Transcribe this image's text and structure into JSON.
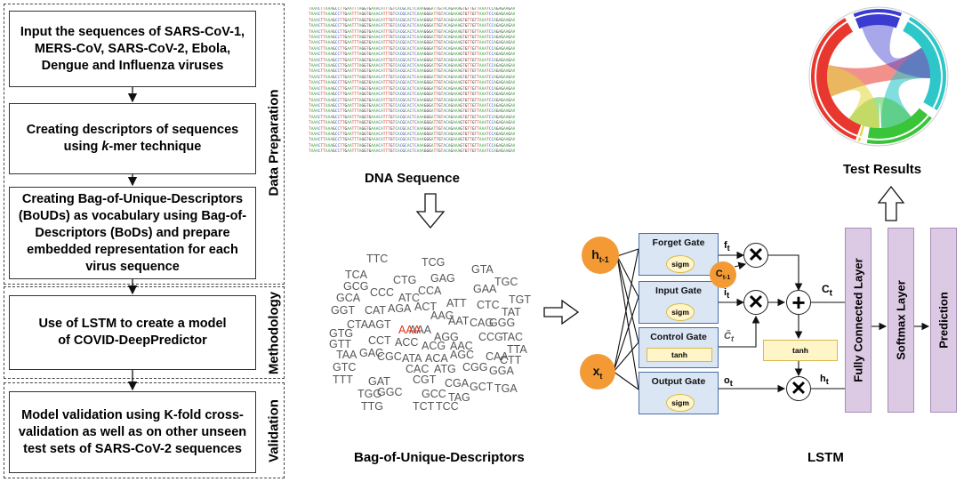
{
  "pipeline": {
    "steps": [
      "Input the sequences of SARS-CoV-1, MERS-CoV, SARS-CoV-2, Ebola, Dengue and Influenza viruses",
      "Creating descriptors of sequences using k-mer technique",
      "Creating Bag-of-Unique-Descriptors (BoUDs) as vocabulary using Bag-of-Descriptors (BoDs) and prepare embedded representation for each virus sequence",
      "Use of LSTM to create a model of COVID-DeepPredictor",
      "Model validation using K-fold cross-validation as well as on other unseen test sets of SARS-CoV-2 sequences"
    ],
    "step2_parts": [
      "Creating descriptors of sequences",
      "using ",
      "k",
      "-mer technique"
    ],
    "phases": [
      "Data Preparation",
      "Methodology",
      "Validation"
    ]
  },
  "dna": {
    "caption": "DNA Sequence",
    "row": "TAAACTTAAAGCCTTGAATTTAGGTGAAACATTTGTCACGCACTCAAAGGGATTGTACAGAAAGTGTTGTTAAATCCAGAGAAGAAACTGGCCTACTCATGCCTCTAAAAGCC",
    "row_count": 26,
    "colors": {
      "A": "#3aa03a",
      "C": "#3050d0",
      "G": "#202020",
      "T": "#d23a2a"
    }
  },
  "bag": {
    "caption": "Bag-of-Unique-Descriptors",
    "words": [
      "TTC",
      "TCG",
      "GTA",
      "TCA",
      "CTG",
      "GAG",
      "TGC",
      "GCG",
      "GAA",
      "GCA",
      "CCC",
      "CCA",
      "TGT",
      "ATC",
      "ATT",
      "CTC",
      "GGT",
      "CAT",
      "AGA",
      "ACT",
      "TAT",
      "AAG",
      "AGT",
      "CTA",
      "AAT",
      "CAG",
      "GGG",
      "GTG",
      "AAA",
      "ACC",
      "AGG",
      "CCG",
      "TAC",
      "GTT",
      "CCT",
      "ACG",
      "AAC",
      "AGC",
      "TTA",
      "TAA",
      "GAC",
      "CGC",
      "ATA",
      "ACA",
      "CAA",
      "CTT",
      "GTC",
      "CAC",
      "ATG",
      "CGG",
      "GGA",
      "TTT",
      "GAT",
      "CGT",
      "CGA",
      "GCT",
      "TGA",
      "TGG",
      "GGC",
      "GCC",
      "TAG",
      "TTG",
      "TCT",
      "TCC"
    ],
    "highlight": "AAA"
  },
  "lstm": {
    "caption": "LSTM",
    "gates": [
      "Forget Gate",
      "Input Gate",
      "Control Gate",
      "Output Gate"
    ],
    "gate_funcs": [
      "sigm",
      "sigm",
      "tanh",
      "sigm"
    ],
    "tanh": "tanh",
    "inputs": {
      "h": "h",
      "h_sub": "t-1",
      "x": "x",
      "x_sub": "t",
      "c": "C",
      "c_sub": "t-1"
    },
    "signals": {
      "f": "f",
      "i": "i",
      "c_tilde": "C̃",
      "o": "o",
      "C": "C",
      "h": "h",
      "sub": "t"
    },
    "layers": [
      "Fully Connected Layer",
      "Softmax Layer",
      "Prediction"
    ]
  },
  "results": {
    "caption": "Test Results",
    "chord_colors": [
      "#e8372e",
      "#3b3bd0",
      "#2ec7c9",
      "#3ac43a",
      "#e3d63a"
    ]
  }
}
